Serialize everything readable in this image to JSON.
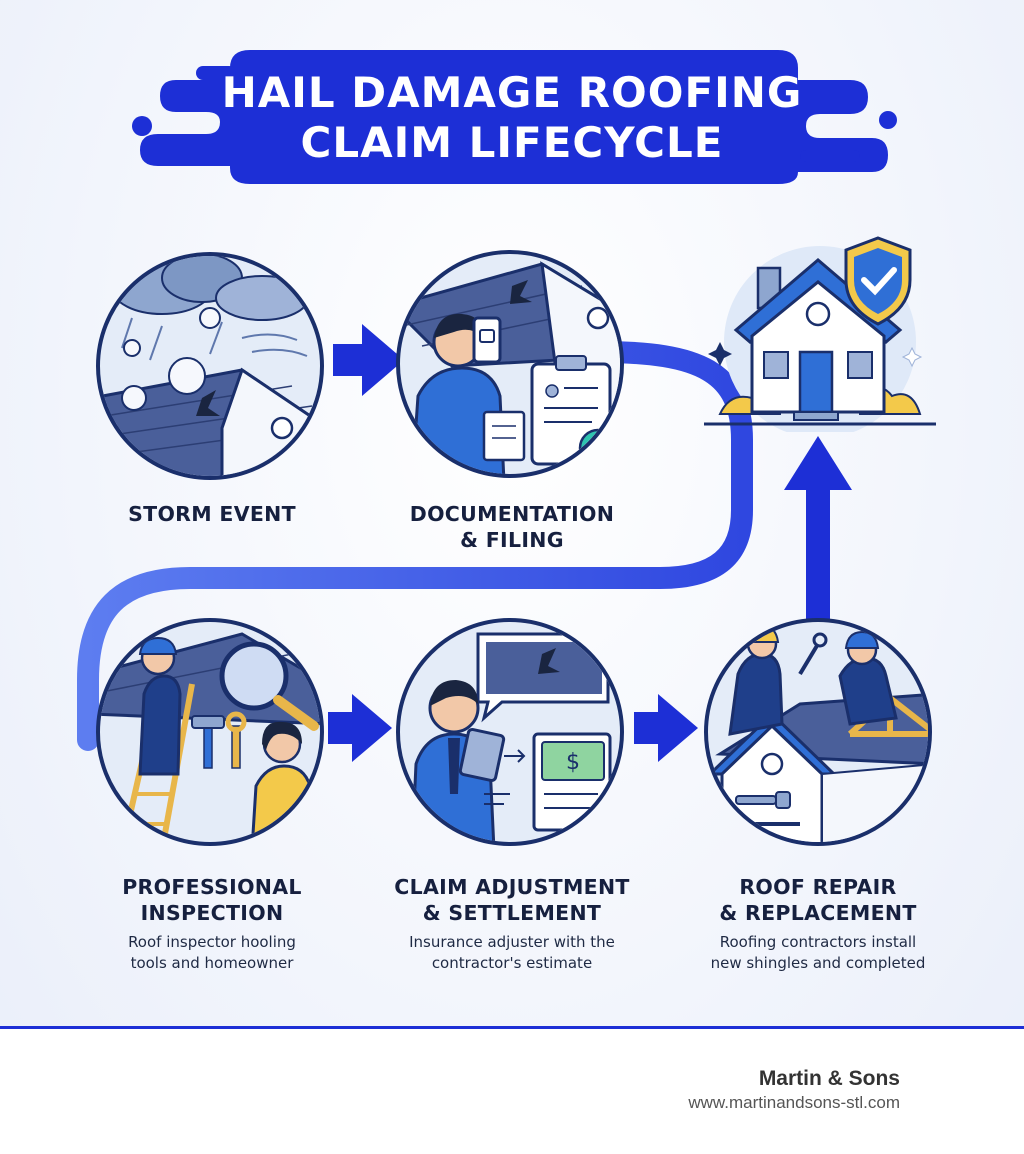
{
  "header": {
    "title_line1": "HAIL DAMAGE ROOFING",
    "title_line2": "CLAIM LIFECYCLE"
  },
  "steps": [
    {
      "title": [
        "STORM EVENT"
      ],
      "desc": []
    },
    {
      "title": [
        "DOCUMENTATION",
        "& FILING"
      ],
      "desc": []
    },
    {
      "title": [
        "PROFESSIONAL",
        "INSPECTION"
      ],
      "desc": [
        "Roof inspector hooling",
        "tools and homeowner"
      ]
    },
    {
      "title": [
        "CLAIM ADJUSTMENT",
        "& SETTLEMENT"
      ],
      "desc": [
        "Insurance adjuster with the",
        "contractor's estimate"
      ]
    },
    {
      "title": [
        "ROOF REPAIR",
        "& REPLACEMENT"
      ],
      "desc": [
        "Roofing contractors install",
        "new shingles and completed"
      ]
    }
  ],
  "footer": {
    "brand": "Martin & Sons",
    "url": "www.martinandsons-stl.com"
  },
  "icons": [
    "storm-cloud-icon",
    "hailstone-icon",
    "phone-camera-icon",
    "clipboard-icon",
    "check-badge-icon",
    "magnifier-icon",
    "ladder-icon",
    "hammer-icon",
    "wrench-icon",
    "tablet-icon",
    "dollar-bill-icon",
    "house-icon",
    "shield-check-icon",
    "sparkle-icon"
  ],
  "colors": {
    "accent": "#1d2fd6",
    "path": "#3f5fe0",
    "navy": "#1a2f6b",
    "shingle": "#4a5f9a",
    "ink": "#16203f",
    "gold": "#f3c94a",
    "pale": "#dfe9f8"
  }
}
